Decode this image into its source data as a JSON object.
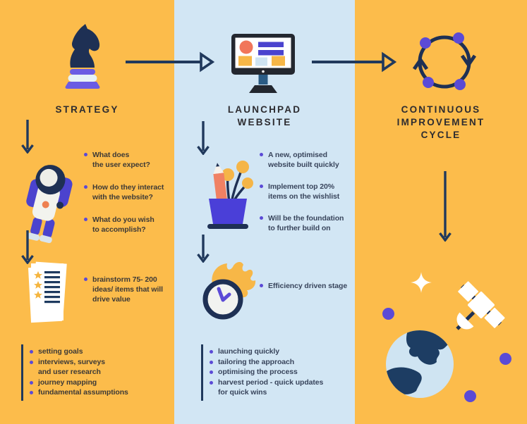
{
  "header": {
    "strategy_title": "STRATEGY",
    "launchpad_title": "LAUNCHPAD\nWEBSITE",
    "cycle_title": "CONTINUOUS\nIMPROVEMENT\nCYCLE"
  },
  "strategy": {
    "questions": [
      "What does\nthe user expect?",
      "How do they interact\nwith the website?",
      "What do you wish\nto accomplish?"
    ],
    "brainstorm": "brainstorm 75- 200\nideas/ items that will\ndrive value",
    "footer": [
      "setting goals",
      "interviews, surveys\nand user research",
      "journey mapping",
      "fundamental assumptions"
    ]
  },
  "launchpad": {
    "points": [
      "A new, optimised\nwebsite built quickly",
      "Implement top 20%\nitems on the wishlist",
      "Will be the foundation\nto further build on"
    ],
    "efficiency": "Efficiency driven stage",
    "footer": [
      "launching quickly",
      "tailoring the approach",
      "optimising the process",
      "harvest period - quick updates\nfor quick wins"
    ]
  },
  "icons": {
    "strategy": "chess-knight-icon",
    "launchpad": "monitor-icon",
    "cycle": "cycle-arrows-icon",
    "research": "astronaut-icon",
    "brainstorm": "document-stars-icon",
    "build": "plant-pot-pencil-icon",
    "speed": "clock-flame-icon",
    "world": "earth-icon",
    "orbit": "satellite-icon"
  },
  "colors": {
    "yellow_bg": "#FCBC4B",
    "blue_bg": "#D2E6F4",
    "navy": "#20395C",
    "purple": "#5B4AD6",
    "orange": "#F1765B",
    "accent_yellow": "#F7B747",
    "title_dark": "#2D2C30",
    "text_dark": "#3E3A36",
    "text_slate": "#39455C"
  }
}
